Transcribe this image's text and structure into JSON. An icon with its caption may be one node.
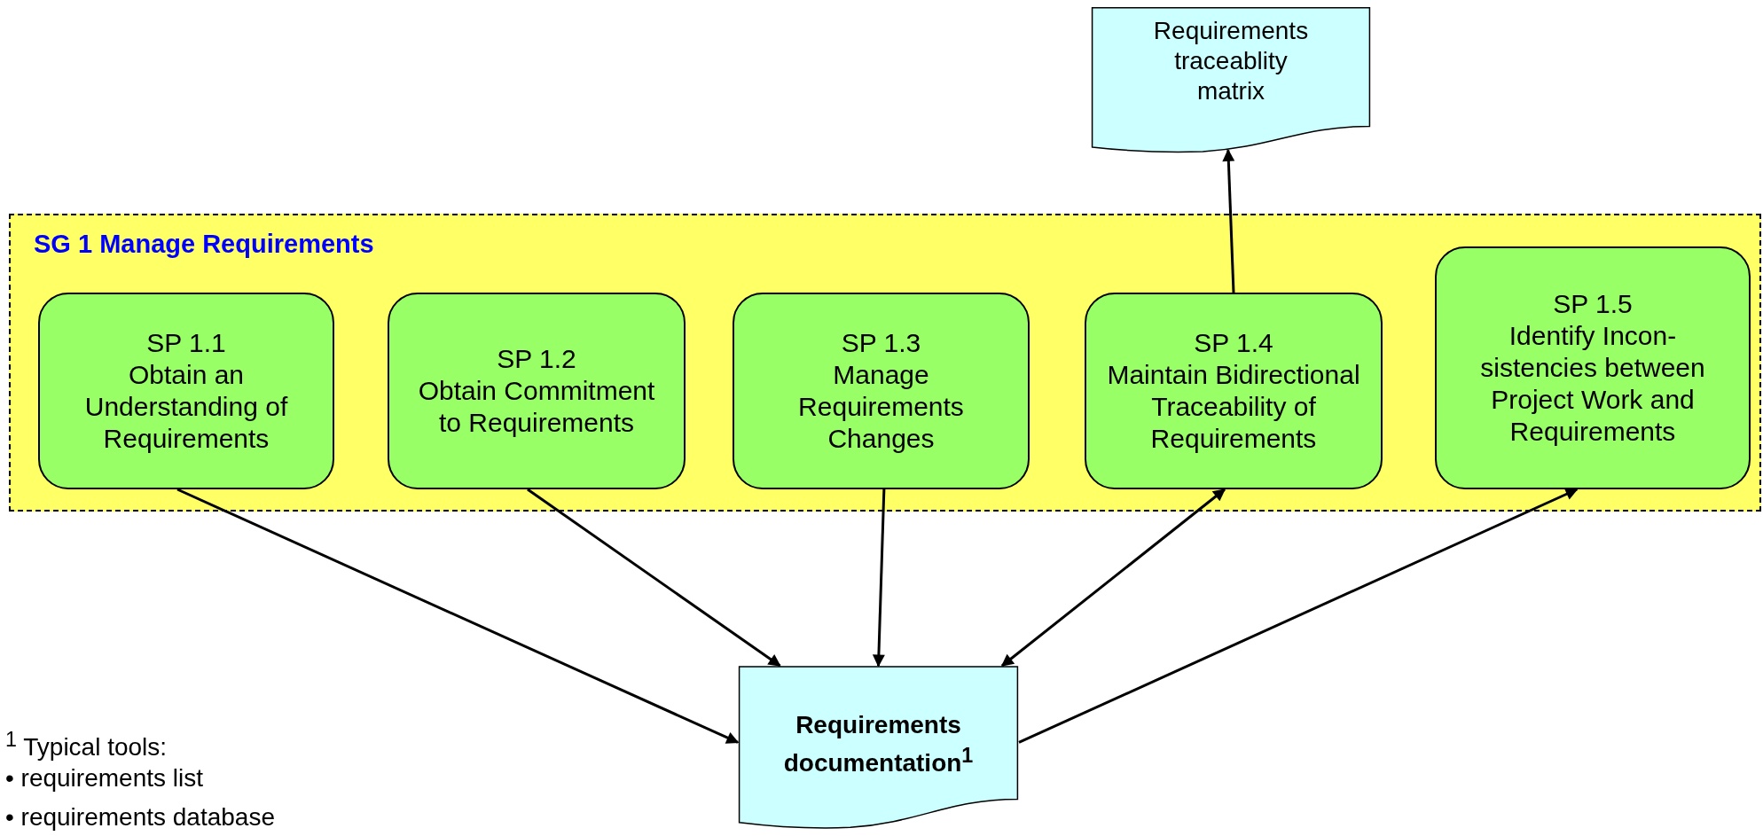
{
  "diagram": {
    "nodes": [
      {
        "text": [
          "Requirements traceablity matrix"
        ]
      },
      {
        "text": [
          "SG 1 Manage Requirements"
        ]
      },
      {
        "text": [
          "SP 1.1",
          "Obtain an Understanding of Requirements"
        ],
        "in": 1
      },
      {
        "text": [
          "SP 1.2",
          "Obtain Commitment to Requirements"
        ],
        "in": 1
      },
      {
        "text": [
          "SP 1.3",
          "Manage Requirements Changes"
        ],
        "in": 1
      },
      {
        "text": [
          "SP 1.4",
          "Maintain Bidirectional Traceability of Requirements"
        ],
        "in": 1
      },
      {
        "text": [
          "SP 1.5",
          "Identify Incon- sistencies between Project Work and Requirements"
        ],
        "in": 1
      },
      {
        "text": [
          "Requirements documentation$^{1}$"
        ]
      }
    ],
    "edges": [
      {
        "from": 2,
        "to": 7,
        "arrow": "to"
      },
      {
        "from": 3,
        "to": 7,
        "arrow": "to"
      },
      {
        "from": 4,
        "to": 7,
        "arrow": "to"
      },
      {
        "from": 5,
        "to": 7,
        "arrow": "both"
      },
      {
        "from": 7,
        "to": 6,
        "arrow": "to"
      },
      {
        "from": 5,
        "to": 0,
        "arrow": "to"
      }
    ],
    "labels": [
      "$^{1}$ Typical tools:",
      "• requirements list",
      "• requirements database"
    ]
  }
}
